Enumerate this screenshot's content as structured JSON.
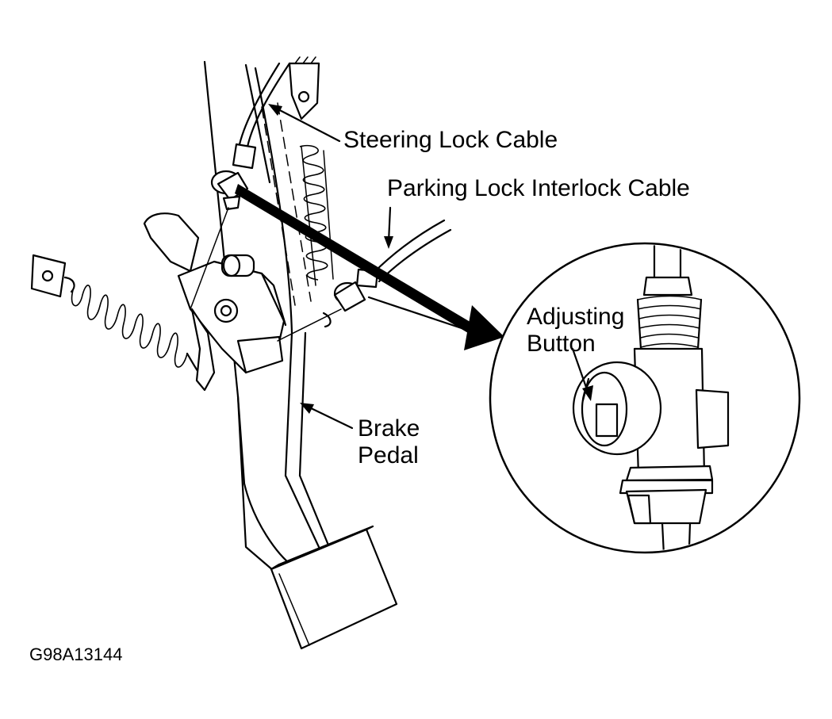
{
  "labels": {
    "steering_lock_cable": "Steering Lock Cable",
    "parking_lock_interlock_cable": "Parking Lock Interlock Cable",
    "adjusting_button_line1": "Adjusting",
    "adjusting_button_line2": "Button",
    "brake_pedal_line1": "Brake",
    "brake_pedal_line2": "Pedal"
  },
  "figure_code": "G98A13144"
}
